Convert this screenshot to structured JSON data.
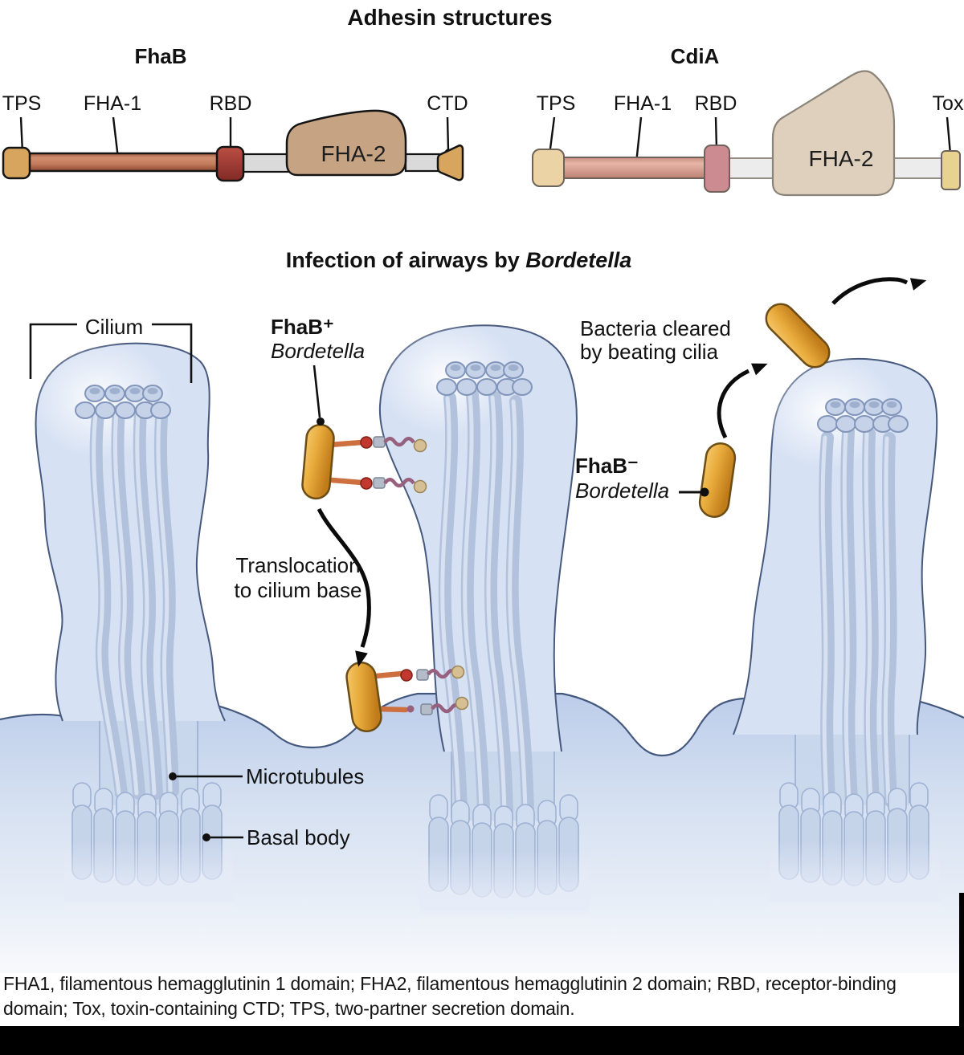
{
  "figure": {
    "top_title": "Adhesin structures",
    "mid_title_prefix": "Infection of airways by ",
    "mid_title_italic": "Bordetella"
  },
  "adhesin": {
    "fhab": {
      "name": "FhaB",
      "tps": "TPS",
      "fha1": "FHA-1",
      "rbd": "RBD",
      "fha2": "FHA-2",
      "ctd": "CTD"
    },
    "cdia": {
      "name": "CdiA",
      "tps": "TPS",
      "fha1": "FHA-1",
      "rbd": "RBD",
      "fha2": "FHA-2",
      "tox": "Tox"
    }
  },
  "scene": {
    "cilium": "Cilium",
    "fhab_plus": "FhaB⁺",
    "fhab_plus_species": "Bordetella",
    "cleared_1": "Bacteria cleared",
    "cleared_2": "by beating cilia",
    "fhab_minus": "FhaB⁻",
    "fhab_minus_species": "Bordetella",
    "transloc_1": "Translocation",
    "transloc_2": "to cilium base",
    "microtubules": "Microtubules",
    "basal_body": "Basal body"
  },
  "caption": {
    "line1": "FHA1, filamentous hemagglutinin 1 domain; FHA2, filamentous hemagglutinin 2 domain; RBD, receptor-binding",
    "line2": "domain; Tox, toxin-containing CTD; TPS, two-partner secretion domain."
  },
  "palette": {
    "ink": "#111111",
    "membrane": "#44587e",
    "ciliumFill": "#d6e1f3",
    "ciliumStroke": "#47597d",
    "tube": "#b2c1dc",
    "tubeHi": "#d8e1f1",
    "clusterFill": "#c6d2e8",
    "clusterStroke": "#8296bb",
    "columnFill": "#c9d7eb",
    "basalFill": "#d0dcef",
    "basalStroke": "#9db0d2",
    "bacterium": "#e8ab3c",
    "bacteriumStroke": "#6b4d15",
    "rod": "#cd6f3e",
    "rodTip": "#c1392e",
    "wave": "#96607e",
    "anchorSquare": "#b4bcc9",
    "anchorCircle": "#d6bf93",
    "fhabTps": "#d7a55e",
    "fhabFha1": "#c47c5e",
    "fhabRbd": "#a43a36",
    "fhabFha2": "#c5a383",
    "fhabCtd": "#d7a55e",
    "connector": "#dadada",
    "outline": "#141414",
    "cdiaTps": "#ecd3a6",
    "cdiaFha1": "#e0a99b",
    "cdiaRbd": "#cb8b91",
    "cdiaFha2": "#ded0bd",
    "cdiaTox": "#e7d38f",
    "cdiaOutline": "#6e635a"
  }
}
